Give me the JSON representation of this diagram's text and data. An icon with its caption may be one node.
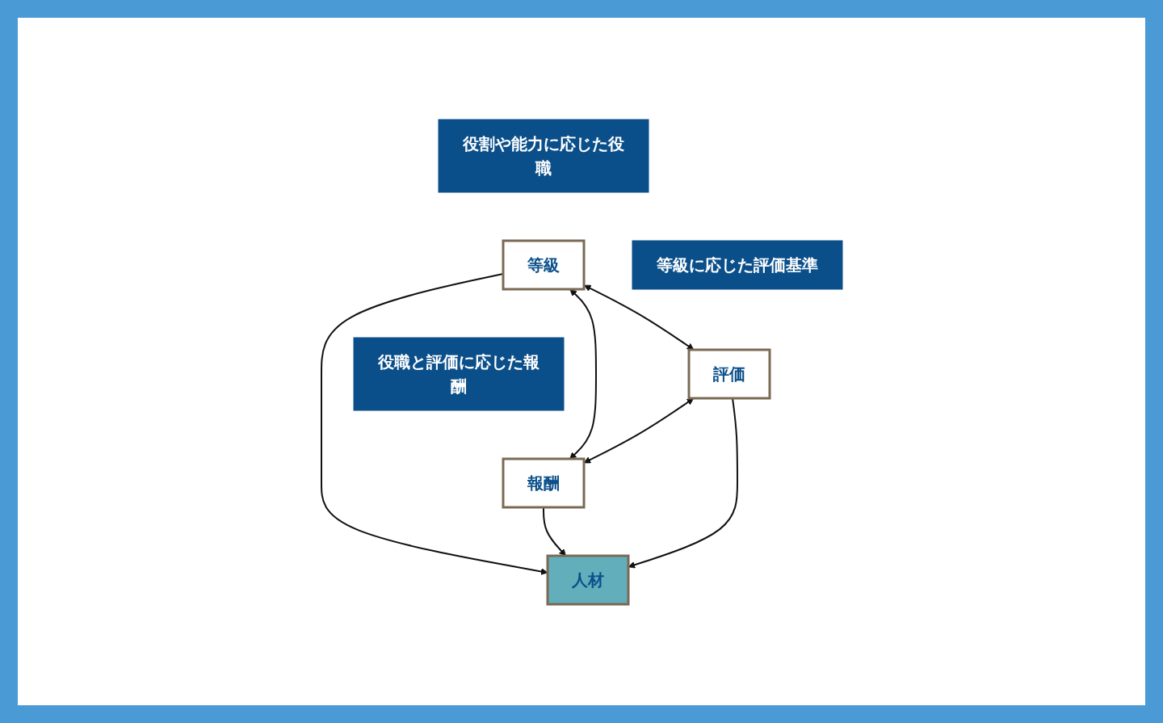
{
  "diagram": {
    "nodes": [
      {
        "text": [
          "役割や能力に応じた役職"
        ]
      },
      {
        "text": [
          "等級"
        ]
      },
      {
        "text": [
          "人材"
        ]
      },
      {
        "text": [
          "等級に応じた評価基準"
        ]
      },
      {
        "text": [
          "評価"
        ]
      },
      {
        "text": [
          "役職と評価に応じた報酬"
        ]
      },
      {
        "text": [
          "報酬"
        ]
      }
    ],
    "edges": [
      {
        "from": 1,
        "to": 4,
        "arrow": "both"
      },
      {
        "from": 1,
        "to": 6,
        "arrow": "both"
      },
      {
        "from": 1,
        "to": 2,
        "arrow": "to"
      },
      {
        "from": 4,
        "to": 2,
        "arrow": "to"
      },
      {
        "from": 6,
        "to": 2,
        "arrow": "to"
      },
      {
        "from": 4,
        "to": 6,
        "arrow": "both"
      }
    ]
  }
}
